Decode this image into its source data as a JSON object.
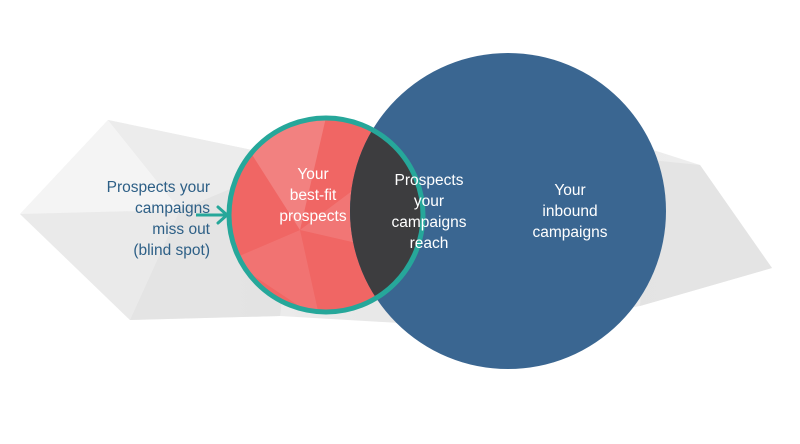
{
  "colors": {
    "best_fit_fill": "#f06664",
    "best_fit_ring": "#26a79a",
    "inbound_fill": "#3a6691",
    "overlap_fill": "#3d3d3f",
    "blind_spot_text": "#2d5f86",
    "arrow": "#26a79a",
    "circle_text": "#ffffff",
    "background_shape": "#e7e7e7"
  },
  "labels": {
    "blind_spot": [
      "Prospects your",
      "campaigns",
      "miss out",
      "(blind spot)"
    ],
    "best_fit": [
      "Your",
      "best-fit",
      "prospects"
    ],
    "reach": [
      "Prospects",
      "your",
      "campaigns",
      "reach"
    ],
    "inbound": [
      "Your",
      "inbound",
      "campaigns"
    ]
  },
  "icons": {
    "arrow": "arrow-right-icon"
  }
}
